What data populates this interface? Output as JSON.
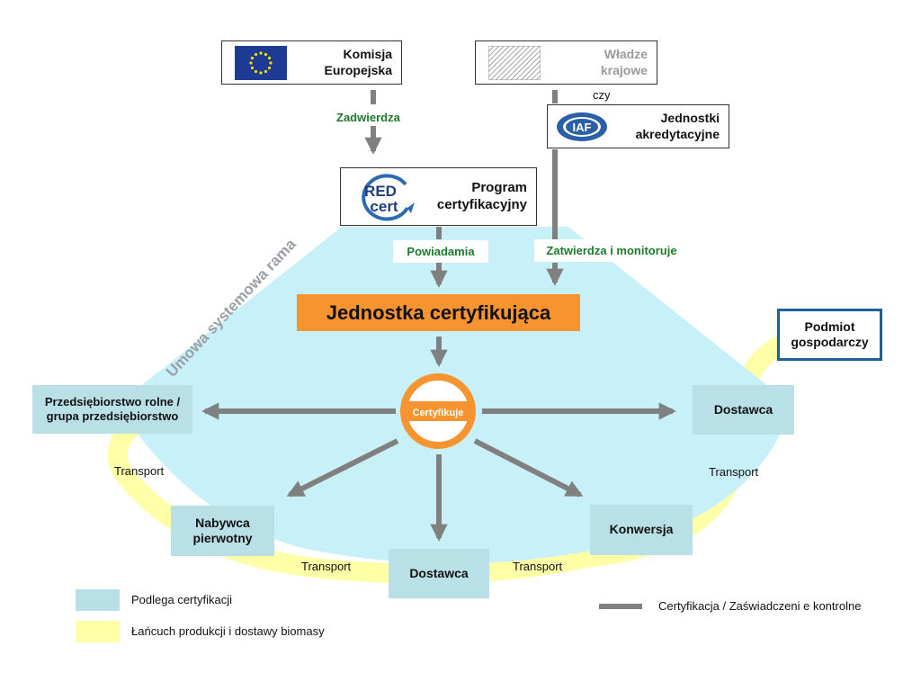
{
  "top": {
    "commission": {
      "line1": "Komisja",
      "line2": "Europejska",
      "icon": "eu-flag-icon"
    },
    "national": {
      "line1": "Władze",
      "line2": "krajowe"
    },
    "or_text": "czy",
    "accreditation": {
      "line1": "Jednostki",
      "line2": "akredytacyjne",
      "logo_text": "IAF"
    },
    "program": {
      "line1": "Program",
      "line2": "certyfikacyjny",
      "logo_line1": "RED",
      "logo_line2": "cert"
    }
  },
  "arrows": {
    "approves": "Zadwierdza",
    "notifies": "Powiadamia",
    "approves_monitors": "Zatwierdza i monitoruje"
  },
  "framework_text": "Umowa systemowa rama",
  "cert_body": "Jednostka certyfikująca",
  "certifies": "Certyfikuje",
  "economic_operator": {
    "line1": "Podmiot",
    "line2": "gospodarczy"
  },
  "nodes": {
    "farm": {
      "line1": "Przedsiębiorstwo rolne /",
      "line2": "grupa przedsiębiorstwo"
    },
    "supplier_right": "Dostawca",
    "buyer": {
      "line1": "Nabywca",
      "line2": "pierwotny"
    },
    "supplier_bottom": "Dostawca",
    "conversion": "Konwersja"
  },
  "transport_label": "Transport",
  "legend": {
    "certified": "Podlega certyfikacji",
    "chain": "Łańcuch produkcji i dostawy biomasy",
    "audit": "Certyfikacja / Zaświadczeni e kontrolne"
  },
  "colors": {
    "cert_area": "#c8f0f8",
    "node_fill": "#b9e0e6",
    "chain": "#ffffa8",
    "orange": "#f7942f",
    "arrow": "#808080",
    "operator_border": "#1f5f9a",
    "green_text": "#1e7a2a"
  }
}
